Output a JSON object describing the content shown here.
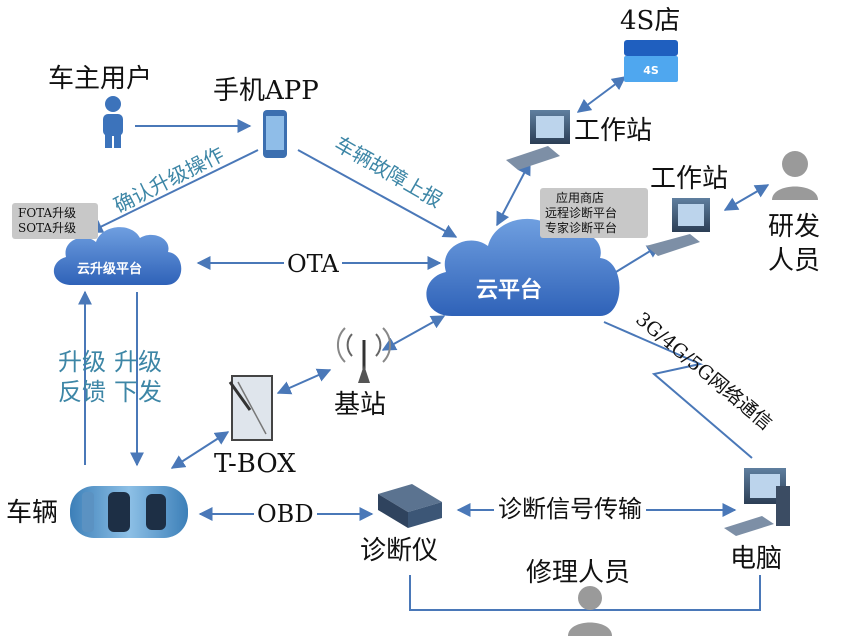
{
  "nodes": {
    "car_owner": "车主用户",
    "mobile_app": "手机APP",
    "store_4s": "4S店",
    "store_4s_badge": "4S",
    "workstation_top": "工作站",
    "workstation_right": "工作站",
    "rd_staff": [
      "研发",
      "人员"
    ],
    "cloud_upgrade": "云升级平台",
    "cloud_platform": "云平台",
    "base_station": "基站",
    "tbox": "T-BOX",
    "vehicle": "车辆",
    "diagnostic_tool": "诊断仪",
    "computer": "电脑",
    "repair_staff": "修理人员"
  },
  "boxes": {
    "fota_sota": [
      "FOTA升级",
      "SOTA升级"
    ],
    "platform_services": [
      "应用商店",
      "远程诊断平台",
      "专家诊断平台"
    ]
  },
  "edges": {
    "confirm_upgrade": "确认升级操作",
    "fault_report": "车辆故障上报",
    "ota": "OTA",
    "upgrade_feedback": [
      "升级",
      "反馈"
    ],
    "upgrade_deliver": [
      "升级",
      "下发"
    ],
    "network_comm": "3G/4G/5G网络通信",
    "obd": "OBD",
    "diag_signal": "诊断信号传输"
  }
}
